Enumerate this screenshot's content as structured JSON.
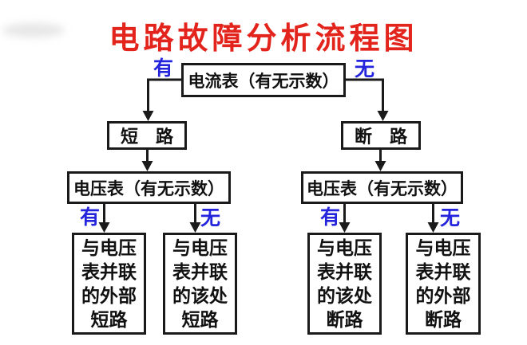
{
  "title": "电路故障分析流程图",
  "colors": {
    "title_red": "#e3241c",
    "branch_blue": "#2424dd",
    "line_black": "#1a1a1a",
    "box_bg": "#ffffff"
  },
  "flowchart": {
    "root": "电流表（有无示数）",
    "short_circuit": "短　路",
    "open_circuit": "断　路",
    "voltmeter_left": "电压表（有无示数）",
    "voltmeter_right": "电压表（有无示数）",
    "branches": {
      "root_yes": "有",
      "root_no": "无",
      "volt_left_yes": "有",
      "volt_left_no": "无",
      "volt_right_yes": "有",
      "volt_right_no": "无"
    },
    "outcomes": [
      "与电压\n表并联\n的外部\n短路",
      "与电压\n表并联\n的该处\n短路",
      "与电压\n表并联\n的该处\n断路",
      "与电压\n表并联\n的外部\n断路"
    ]
  }
}
